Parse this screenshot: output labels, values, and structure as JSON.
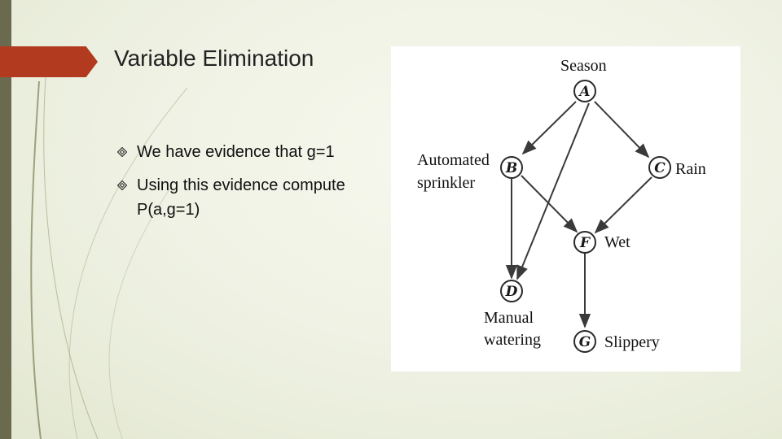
{
  "slide": {
    "title": "Variable Elimination",
    "bullets": [
      "We have evidence that g=1",
      "Using this evidence compute P(a,g=1)"
    ]
  },
  "diagram": {
    "nodes": [
      {
        "id": "A",
        "letter": "A",
        "label": "Season"
      },
      {
        "id": "B",
        "letter": "B",
        "label": "Automated sprinkler"
      },
      {
        "id": "C",
        "letter": "C",
        "label": "Rain"
      },
      {
        "id": "F",
        "letter": "F",
        "label": "Wet"
      },
      {
        "id": "D",
        "letter": "D",
        "label": "Manual watering"
      },
      {
        "id": "G",
        "letter": "G",
        "label": "Slippery"
      }
    ],
    "edges": [
      {
        "from": "A",
        "to": "B"
      },
      {
        "from": "A",
        "to": "C"
      },
      {
        "from": "A",
        "to": "D"
      },
      {
        "from": "B",
        "to": "D"
      },
      {
        "from": "B",
        "to": "F"
      },
      {
        "from": "C",
        "to": "F"
      },
      {
        "from": "F",
        "to": "G"
      }
    ]
  },
  "colors": {
    "accent": "#b23a1e",
    "left_bar": "#6b6a4e",
    "background": "#eef1e2"
  }
}
